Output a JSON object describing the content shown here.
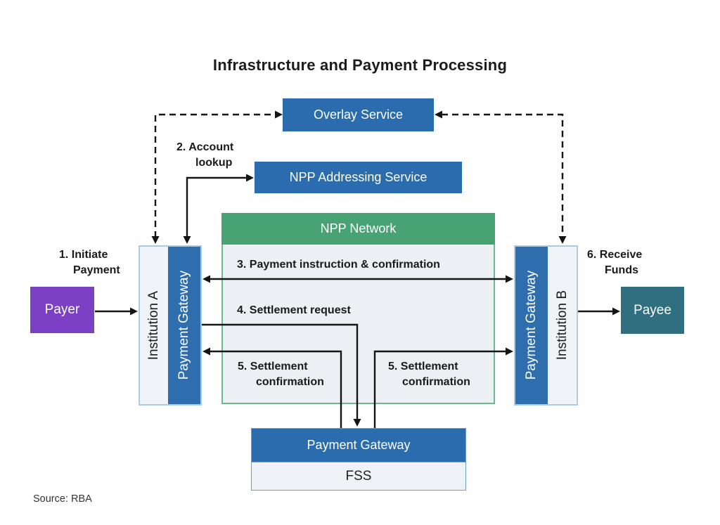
{
  "title": "Infrastructure and Payment Processing",
  "source_note": "Source: RBA",
  "colors": {
    "box_blue": "#2b6cae",
    "network_green": "#47a373",
    "payer_purple": "#7c40c4",
    "payee_teal": "#2f6f80",
    "panel_light": "#eceff4",
    "arrow_black": "#141414"
  },
  "nodes": {
    "overlay_service": {
      "label": "Overlay Service"
    },
    "npp_addressing_service": {
      "label": "NPP Addressing Service"
    },
    "npp_network": {
      "label": "NPP Network"
    },
    "institution_a": {
      "label": "Institution A"
    },
    "payment_gateway_a": {
      "label": "Payment Gateway"
    },
    "institution_b": {
      "label": "Institution B"
    },
    "payment_gateway_b": {
      "label": "Payment Gateway"
    },
    "payer": {
      "label": "Payer"
    },
    "payee": {
      "label": "Payee"
    },
    "settlement_payment_gateway": {
      "label": "Payment Gateway"
    },
    "fss": {
      "label": "FSS"
    }
  },
  "steps": {
    "initiate": {
      "line1": "1. Initiate",
      "line2": "Payment"
    },
    "account_lookup": {
      "line1": "2. Account",
      "line2": "lookup"
    },
    "payment_instruction": {
      "label": "3. Payment instruction & confirmation"
    },
    "settlement_request": {
      "label": "4. Settlement request"
    },
    "settlement_confirmation_left": {
      "line1": "5. Settlement",
      "line2": "confirmation"
    },
    "settlement_confirmation_right": {
      "line1": "5. Settlement",
      "line2": "confirmation"
    },
    "receive_funds": {
      "line1": "6. Receive",
      "line2": "Funds"
    }
  }
}
